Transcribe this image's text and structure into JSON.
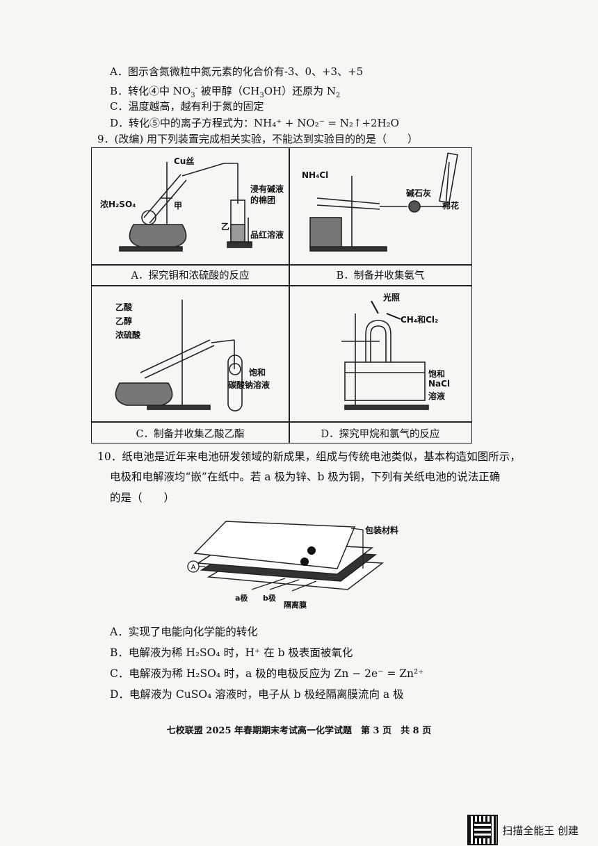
{
  "q8_options": {
    "A": "A．图示含氮微粒中氮元素的化合价有-3、0、+3、+5",
    "B_pre": "B．转化④中 NO",
    "B_sub": "3",
    "B_sup": "-",
    "B_post": " 被甲醇（CH",
    "B_sub2": "3",
    "B_post2": "OH）还原为 N",
    "B_sub3": "2",
    "C": "C．温度越高，越有利于氮的固定",
    "D": "D．转化⑤中的离子方程式为：NH₄⁺ + NO₂⁻ = N₂↑+2H₂O"
  },
  "q9": {
    "stem": "9．(改编) 用下列装置完成相关实验，不能达到实验目的的是（　　）",
    "cells": {
      "A": {
        "caption": "A．探究铜和浓硫酸的反应",
        "labels": {
          "cu": "Cu丝",
          "acid": "浓H₂SO₄",
          "jia": "甲",
          "cotton": "浸有碱液",
          "cotton2": "的棉团",
          "yi": "乙",
          "pinhong": "品红溶液"
        }
      },
      "B": {
        "caption": "B．制备并收集氨气",
        "labels": {
          "nh4cl": "NH₄Cl",
          "lime": "碱石灰",
          "cotton": "棉花"
        }
      },
      "C": {
        "caption": "C．制备并收集乙酸乙酯",
        "labels": {
          "l1": "乙酸",
          "l2": "乙醇",
          "l3": "浓硫酸",
          "sat": "饱和",
          "sol": "碳酸钠溶液"
        }
      },
      "D": {
        "caption": "D．探究甲烷和氯气的反应",
        "labels": {
          "light": "光照",
          "gas": "CH₄和Cl₂",
          "s1": "饱和",
          "s2": "NaCl",
          "s3": "溶液"
        }
      }
    }
  },
  "q10": {
    "line1": "10．纸电池是近年来电池研发领域的新成果，组成与传统电池类似，基本构造如图所示，",
    "line2": "电极和电解液均“嵌”在纸中。若 a 极为锌、b 极为铜，下列有关纸电池的说法正确",
    "line3": "的是（　　）",
    "figure": {
      "pack": "包装材料",
      "a": "a极",
      "b": "b极",
      "mem": "隔离膜",
      "meter": "A"
    },
    "options": {
      "A": "A．实现了电能向化学能的转化",
      "B": "B．电解液为稀 H₂SO₄ 时，H⁺ 在 b 极表面被氧化",
      "C": "C．电解液为稀 H₂SO₄ 时，a 极的电极反应为 Zn − 2e⁻ = Zn²⁺",
      "D": "D．电解液为 CuSO₄ 溶液时，电子从 b 极经隔离膜流向 a 极"
    }
  },
  "footer": "七校联盟 2025 年春期期末考试高一化学试题　第 3 页　共 8 页",
  "watermark": "扫描全能王 创建",
  "colors": {
    "ink": "#111111",
    "paper": "#f7f6f2"
  }
}
